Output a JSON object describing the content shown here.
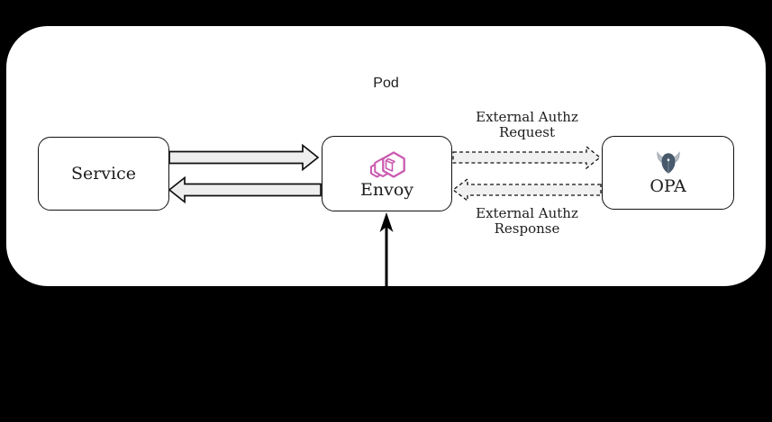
{
  "diagram": {
    "pod": {
      "title": "Pod"
    },
    "nodes": {
      "service": {
        "label": "Service"
      },
      "envoy": {
        "label": "Envoy",
        "icon": "envoy-hexagons-logo"
      },
      "opa": {
        "label": "OPA",
        "icon": "opa-helmet-logo"
      }
    },
    "edge_labels": {
      "request": {
        "line1": "External Authz",
        "line2": "Request"
      },
      "response": {
        "line1": "External Authz",
        "line2": "Response"
      }
    },
    "edges": [
      {
        "from": "Service",
        "to": "Envoy",
        "style": "solid-block-arrow"
      },
      {
        "from": "Envoy",
        "to": "Service",
        "style": "solid-block-arrow"
      },
      {
        "from": "Envoy",
        "to": "OPA",
        "style": "dashed-block-arrow",
        "label": "External Authz Request"
      },
      {
        "from": "OPA",
        "to": "Envoy",
        "style": "dashed-block-arrow",
        "label": "External Authz Response"
      },
      {
        "from": "outside-pod",
        "to": "Envoy",
        "style": "solid-line-arrow"
      }
    ],
    "colors": {
      "background": "#000000",
      "pod_fill": "#ffffff",
      "node_border": "#101010",
      "arrow_fill": "#eeeeee",
      "arrow_stroke": "#111111",
      "envoy_pink": "#cb5ab0",
      "opa_helmet": "#47596a",
      "opa_horn": "#b7bec5",
      "text": "#1d1d1f"
    }
  }
}
